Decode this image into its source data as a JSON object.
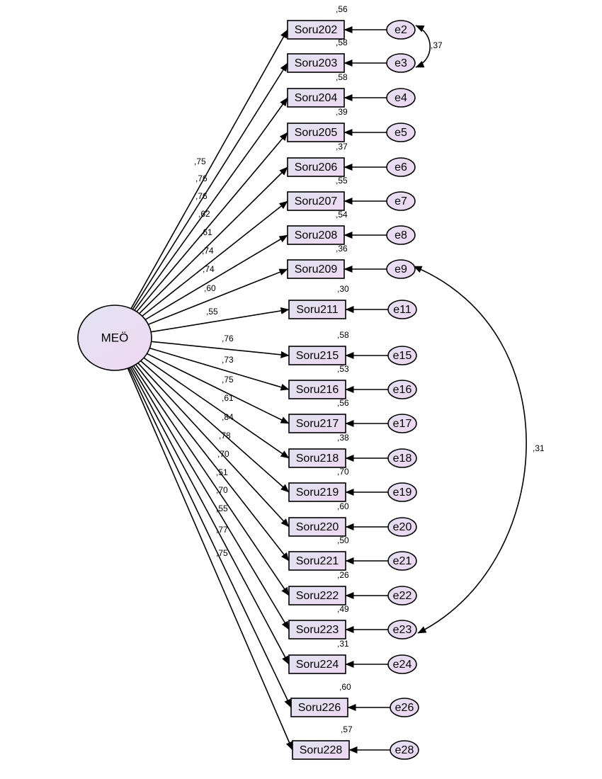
{
  "latent": {
    "label": "MEÖ"
  },
  "items": [
    {
      "indicator": "Soru202",
      "error": "e2",
      "loading": ",75",
      "r2": ",56"
    },
    {
      "indicator": "Soru203",
      "error": "e3",
      "loading": ",76",
      "r2": ",58"
    },
    {
      "indicator": "Soru204",
      "error": "e4",
      "loading": ",76",
      "r2": ",58"
    },
    {
      "indicator": "Soru205",
      "error": "e5",
      "loading": ",62",
      "r2": ",39"
    },
    {
      "indicator": "Soru206",
      "error": "e6",
      "loading": ",61",
      "r2": ",37"
    },
    {
      "indicator": "Soru207",
      "error": "e7",
      "loading": ",74",
      "r2": ",55"
    },
    {
      "indicator": "Soru208",
      "error": "e8",
      "loading": ",74",
      "r2": ",54"
    },
    {
      "indicator": "Soru209",
      "error": "e9",
      "loading": ",60",
      "r2": ",36"
    },
    {
      "indicator": "Soru211",
      "error": "e11",
      "loading": ",55",
      "r2": ",30"
    },
    {
      "indicator": "Soru215",
      "error": "e15",
      "loading": ",76",
      "r2": ",58"
    },
    {
      "indicator": "Soru216",
      "error": "e16",
      "loading": ",73",
      "r2": ",53"
    },
    {
      "indicator": "Soru217",
      "error": "e17",
      "loading": ",75",
      "r2": ",56"
    },
    {
      "indicator": "Soru218",
      "error": "e18",
      "loading": ",61",
      "r2": ",38"
    },
    {
      "indicator": "Soru219",
      "error": "e19",
      "loading": ",84",
      "r2": ",70"
    },
    {
      "indicator": "Soru220",
      "error": "e20",
      "loading": ",78",
      "r2": ",60"
    },
    {
      "indicator": "Soru221",
      "error": "e21",
      "loading": ",70",
      "r2": ",50"
    },
    {
      "indicator": "Soru222",
      "error": "e22",
      "loading": ",51",
      "r2": ",26"
    },
    {
      "indicator": "Soru223",
      "error": "e23",
      "loading": ",70",
      "r2": ",49"
    },
    {
      "indicator": "Soru224",
      "error": "e24",
      "loading": ",55",
      "r2": ",31"
    },
    {
      "indicator": "Soru226",
      "error": "e26",
      "loading": ",77",
      "r2": ",60"
    },
    {
      "indicator": "Soru228",
      "error": "e28",
      "loading": ",75",
      "r2": ",57"
    }
  ],
  "covariances": [
    {
      "from": "e2",
      "to": "e3",
      "value": ",37"
    },
    {
      "from": "e9",
      "to": "e23",
      "value": ",31"
    }
  ],
  "colors": {
    "box_fill_start": "#dfe3f0",
    "box_fill_end": "#efd8f2",
    "node_fill": "#e7d9f0",
    "stroke": "#000000"
  }
}
